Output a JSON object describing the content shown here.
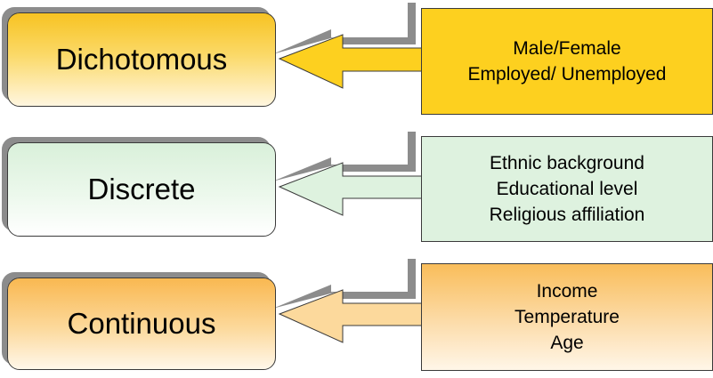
{
  "rows": [
    {
      "label": "Dichotomous",
      "examples": [
        "Male/Female",
        "Employed/ Unemployed"
      ],
      "colors": {
        "box_top": "#f7c322",
        "arrow": "#fdd01f"
      }
    },
    {
      "label": "Discrete",
      "examples": [
        "Ethnic background",
        "Educational level",
        "Religious affiliation"
      ],
      "colors": {
        "box_top": "#d9f0da",
        "arrow": "#def2df"
      }
    },
    {
      "label": "Continuous",
      "examples": [
        "Income",
        "Temperature",
        "Age"
      ],
      "colors": {
        "box_top": "#f9b851",
        "arrow": "#fcd99c"
      }
    }
  ]
}
